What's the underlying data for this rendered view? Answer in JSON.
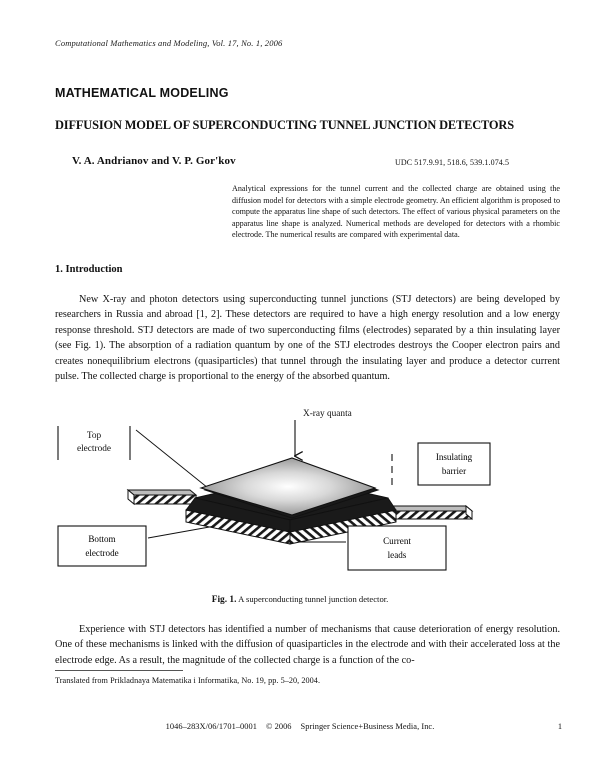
{
  "journal": {
    "header_line": "Computational Mathematics and Modeling, Vol. 17, No. 1, 2006"
  },
  "headings": {
    "section": "MATHEMATICAL MODELING",
    "article_title": "DIFFUSION MODEL OF SUPERCONDUCTING TUNNEL JUNCTION DETECTORS",
    "intro": "1. Introduction"
  },
  "byline": {
    "authors": "V. A. Andrianov  and  V. P. Gor'kov",
    "udc": "UDC 517.9.91, 518.6, 539.1.074.5"
  },
  "abstract": {
    "text": "Analytical expressions for the tunnel current and the collected charge are obtained using the diffusion model for detectors with a simple electrode geometry.  An efficient algorithm is proposed to compute the apparatus line shape of such detectors.  The effect of various physical parameters on the apparatus line shape is analyzed.  Numerical methods are developed for detectors with a rhombic electrode.  The numerical results are compared with experimental data."
  },
  "body": {
    "paragraph_1": "New X-ray and photon detectors using superconducting tunnel junctions (STJ detectors) are being developed by researchers in Russia and abroad [1, 2]. These detectors are required to have a high energy resolution and a low energy response threshold. STJ detectors are made of two superconducting films (electrodes) separated by a thin insulating layer (see Fig. 1). The absorption of a radiation quantum by one of the STJ electrodes destroys the Cooper electron pairs and creates nonequilibrium electrons (quasiparticles) that tunnel through the insulating layer and produce a detector current pulse.  The collected charge is proportional to the energy of the absorbed quantum.",
    "paragraph_2": "Experience with STJ detectors has identified a number of mechanisms that cause deterioration of energy resolution.  One of these mechanisms is linked with the diffusion of quasiparticles in the electrode and with their accelerated loss at the electrode edge.  As a result, the magnitude of the collected charge is a function of the co-"
  },
  "figure": {
    "number": "Fig. 1.",
    "caption": "A superconducting tunnel junction detector.",
    "labels": {
      "xray": "X-ray quanta",
      "top_electrode_l1": "Top",
      "top_electrode_l2": "electrode",
      "insulating_l1": "Insulating",
      "insulating_l2": "barrier",
      "bottom_electrode_l1": "Bottom",
      "bottom_electrode_l2": "electrode",
      "current_leads_l1": "Current",
      "current_leads_l2": "leads"
    }
  },
  "footer": {
    "translated_note": "Translated from Prikladnaya Matematika i Informatika, No. 19, pp. 5–20, 2004.",
    "issn_code": "1046–283X/06/1701–0001",
    "copyright_symbol": "©",
    "copyright_year": "2006",
    "publisher": "Springer Science+Business Media, Inc.",
    "page_number": "1"
  }
}
